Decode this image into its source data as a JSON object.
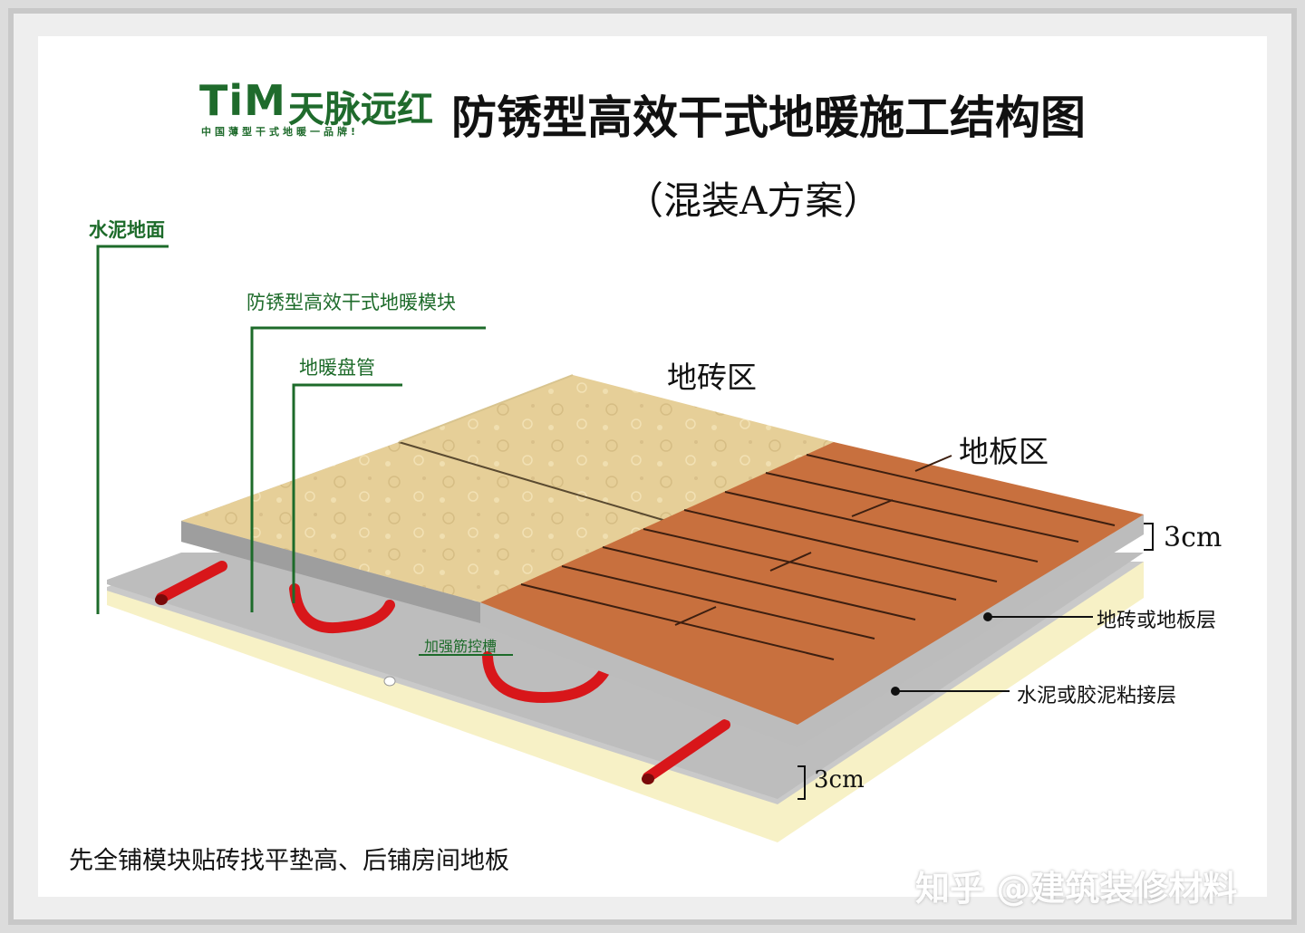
{
  "brand": {
    "logo": "TiM",
    "name_cn": "天脉远红",
    "slogan": "中国薄型干式地暖一品牌!"
  },
  "title": "防锈型高效干式地暖施工结构图",
  "subtitle": "（混装A方案）",
  "labels": {
    "cement_floor": "水泥地面",
    "heating_module": "防锈型高效干式地暖模块",
    "heating_pipe": "地暖盘管",
    "groove": "加强筋控槽",
    "tile_zone": "地砖区",
    "wood_zone": "地板区",
    "top_thickness": "3cm",
    "bottom_thickness": "3cm",
    "tile_layer": "地砖或地板层",
    "adhesive_layer": "水泥或胶泥粘接层"
  },
  "note": "先全铺模块贴砖找平垫高、后铺房间地板",
  "watermark": "知乎 @建筑装修材料",
  "colors": {
    "green": "#1d6b2a",
    "tile": "#e6cf98",
    "wood": "#c8703e",
    "pipe": "#d8161a",
    "cement": "#f7f1c6"
  }
}
